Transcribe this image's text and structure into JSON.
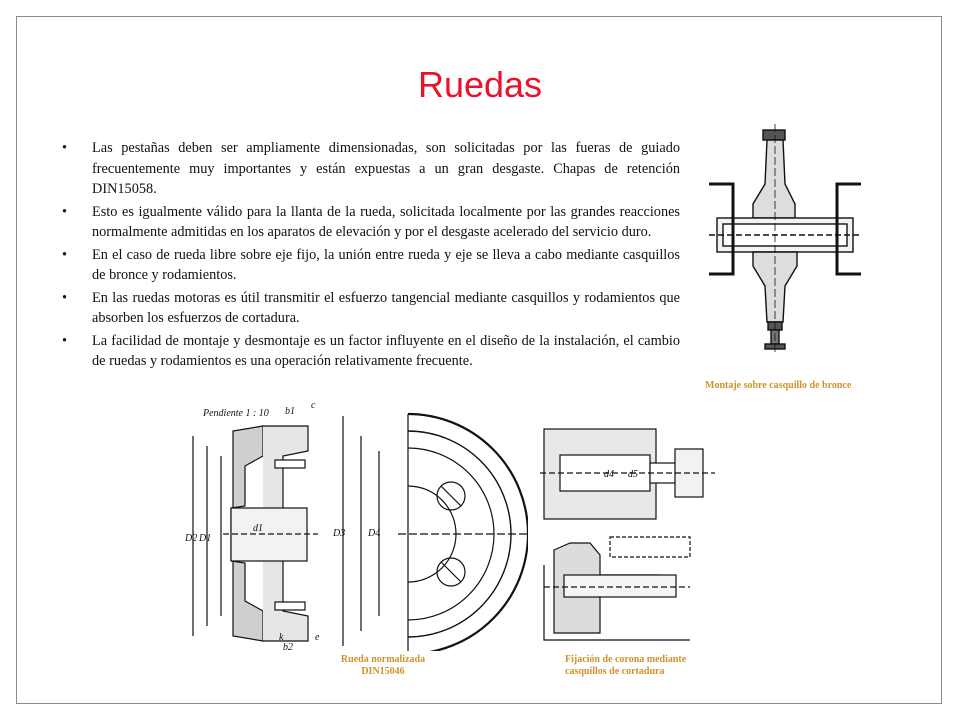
{
  "slide": {
    "title": "Ruedas",
    "bullets": [
      "Las pestañas deben ser ampliamente dimensionadas, son solicitadas por las fueras de guiado frecuentemente muy importantes y están expuestas a un gran desgaste. Chapas de retención DIN15058.",
      "Esto es igualmente válido para la llanta de la rueda, solicitada localmente por las grandes reacciones normalmente admitidas en los aparatos de elevación y por el desgaste acelerado del servicio duro.",
      "En el caso de rueda libre sobre eje fijo, la unión entre rueda y eje se lleva a cabo mediante casquillos de bronce y rodamientos.",
      "En las ruedas motoras es útil transmitir el esfuerzo tangencial mediante casquillos y rodamientos que absorben los esfuerzos de cortadura.",
      "La facilidad de montaje y desmontaje es un factor influyente en el diseño de la instalación, el cambio de ruedas y rodamientos es una operación relativamente frecuente."
    ],
    "captions": {
      "bronze": "Montaje sobre casquillo de bronce",
      "normalized_line1": "Rueda normalizada",
      "normalized_line2": "DIN15046",
      "crown_line1": "Fijación de corona mediante",
      "crown_line2": "casquillos de cortadura"
    },
    "drawing_labels": {
      "slope": "Pendiente 1 : 10",
      "b1": "b1",
      "c": "c",
      "b2": "b2",
      "k": "k",
      "e": "e",
      "D2": "D2",
      "D1": "D1",
      "D3": "D3",
      "D4": "D4",
      "d1": "d1",
      "d4": "d4",
      "d5": "d5"
    }
  }
}
